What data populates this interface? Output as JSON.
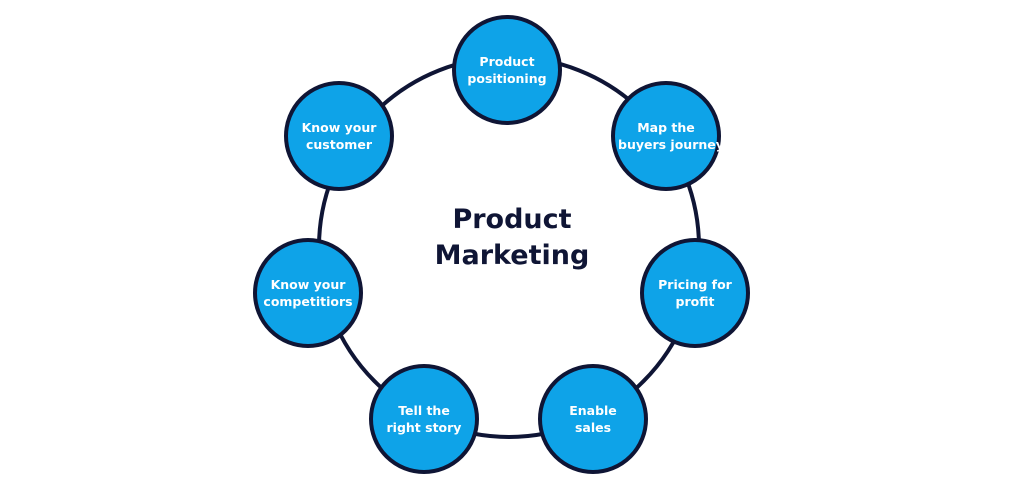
{
  "diagram": {
    "center": {
      "line1": "Product",
      "line2": "Marketing"
    },
    "nodes": [
      {
        "line1": "Product",
        "line2": "positioning"
      },
      {
        "line1": "Map the",
        "line2": "buyers journey"
      },
      {
        "line1": "Pricing for",
        "line2": "profit"
      },
      {
        "line1": "Enable",
        "line2": "sales"
      },
      {
        "line1": "Tell the",
        "line2": "right story"
      },
      {
        "line1": "Know your",
        "line2": "competitiors"
      },
      {
        "line1": "Know your",
        "line2": "customer"
      }
    ],
    "colors": {
      "node_fill": "#0ea3e8",
      "outline": "#0f1535",
      "node_text": "#ffffff",
      "title_text": "#0f1535"
    }
  }
}
